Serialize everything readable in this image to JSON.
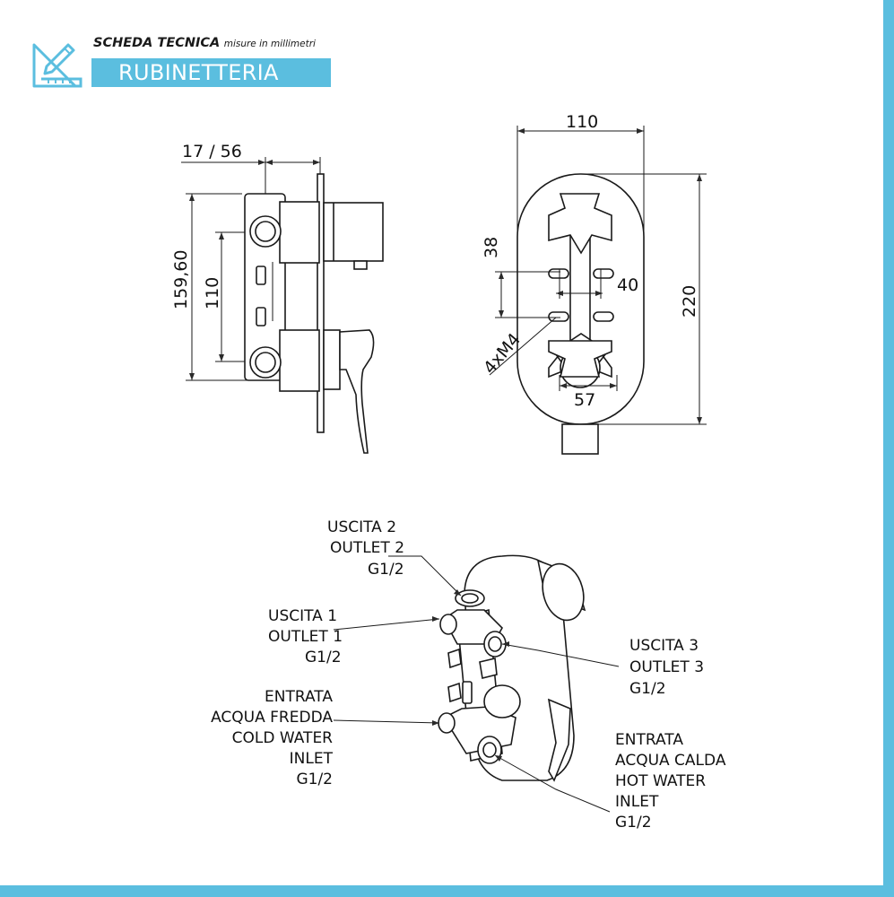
{
  "header": {
    "title_strong": "SCHEDA TECNICA",
    "title_note": "misure in millimetri",
    "banner_label": "RUBINETTERIA",
    "logo_icon": "ruler-pencil-icon"
  },
  "colors": {
    "accent": "#5bbedf",
    "line": "#1a1a1a",
    "background": "#ffffff"
  },
  "side_view": {
    "dim_top": "17 / 56",
    "dim_height_total": "159,60",
    "dim_height_centers": "110"
  },
  "front_view": {
    "dim_width": "110",
    "dim_height": "220",
    "dim_vertical_spacing": "38",
    "dim_horizontal_spacing": "40",
    "dim_bottom_width": "57",
    "thread_label": "4xM4"
  },
  "connections": {
    "outlet_2": [
      "USCITA 2",
      "OUTLET 2",
      "G1/2"
    ],
    "outlet_1": [
      "USCITA 1",
      "OUTLET 1",
      "G1/2"
    ],
    "outlet_3": [
      "USCITA 3",
      "OUTLET 3",
      "G1/2"
    ],
    "cold_inlet": [
      "ENTRATA",
      "ACQUA FREDDA",
      "COLD WATER",
      "INLET",
      "G1/2"
    ],
    "hot_inlet": [
      "ENTRATA",
      "ACQUA CALDA",
      "HOT WATER",
      "INLET",
      "G1/2"
    ]
  }
}
